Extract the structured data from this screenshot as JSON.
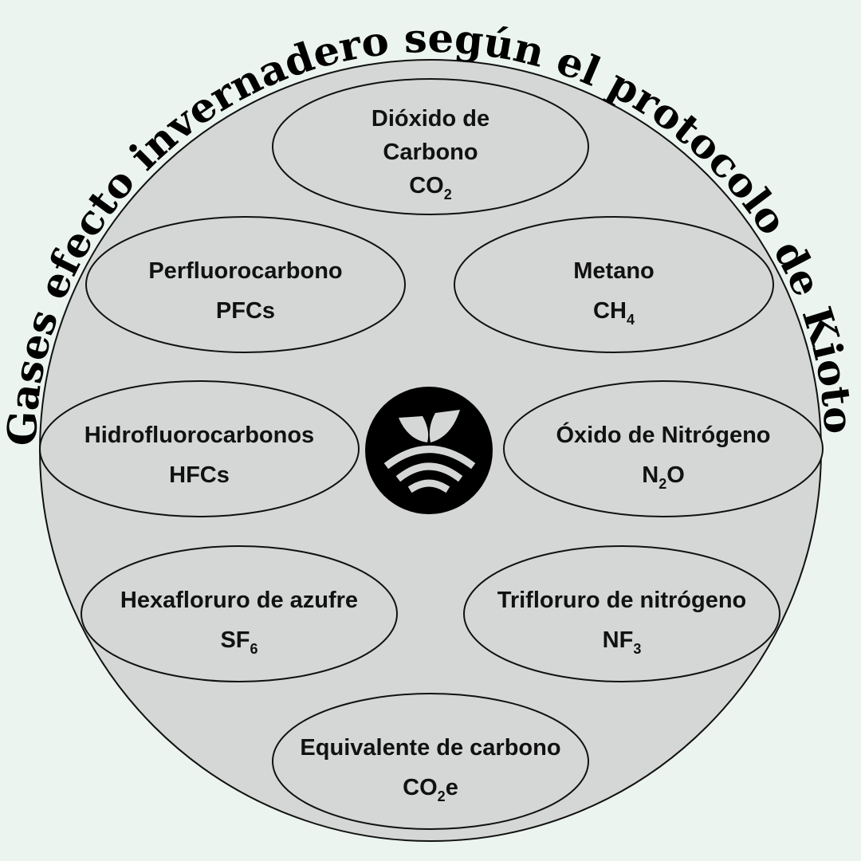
{
  "title": "Gases efecto invernadero según el protocolo de Kioto",
  "colors": {
    "background": "#ebf4ef",
    "circle": "#d4d7d5",
    "stroke": "#111111",
    "icon_bg": "#000000",
    "icon_fg": "#d4d7d5"
  },
  "center_icon": "leaf-signal-icon",
  "gases": [
    {
      "name": [
        "Dióxido de",
        "Carbono"
      ],
      "formula": {
        "base": "CO",
        "sub": "2",
        "suffix": ""
      }
    },
    {
      "name": [
        "Perfluorocarbono"
      ],
      "formula": {
        "base": "PFCs",
        "sub": "",
        "suffix": ""
      }
    },
    {
      "name": [
        "Metano"
      ],
      "formula": {
        "base": "CH",
        "sub": "4",
        "suffix": ""
      }
    },
    {
      "name": [
        "Hidrofluorocarbonos"
      ],
      "formula": {
        "base": "HFCs",
        "sub": "",
        "suffix": ""
      }
    },
    {
      "name": [
        "Óxido de Nitrógeno"
      ],
      "formula": {
        "base": "N",
        "sub": "2",
        "suffix": "O"
      }
    },
    {
      "name": [
        "Hexafloruro de azufre"
      ],
      "formula": {
        "base": "SF",
        "sub": "6",
        "suffix": ""
      }
    },
    {
      "name": [
        "Trifloruro de nitrógeno"
      ],
      "formula": {
        "base": "NF",
        "sub": "3",
        "suffix": ""
      }
    },
    {
      "name": [
        "Equivalente de carbono"
      ],
      "formula": {
        "base": "CO",
        "sub": "2",
        "suffix": "e"
      }
    }
  ]
}
